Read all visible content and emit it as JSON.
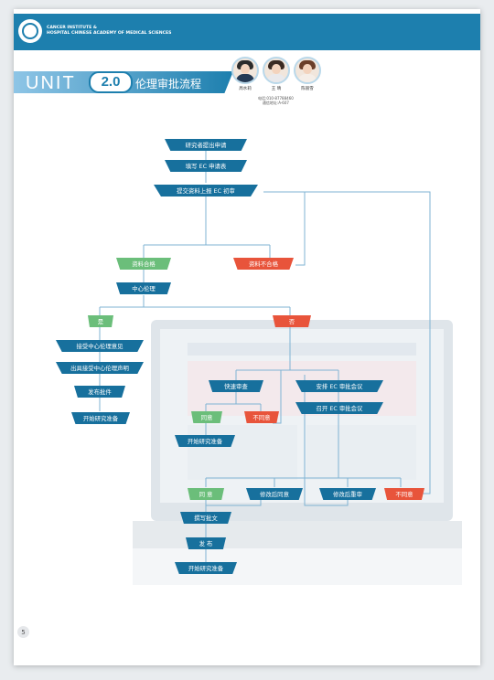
{
  "header": {
    "institute_line1": "CANCER INSTITUTE &",
    "institute_line2": "HOSPITAL CHINESE ACADEMY OF MEDICAL SCIENCES"
  },
  "unit": {
    "label": "UNIT",
    "version": "2.0",
    "title": "伦理审批流程"
  },
  "contacts": {
    "people": [
      "周水莉",
      "王 晴",
      "陈丽雪"
    ],
    "phone": "电话:010-87788460",
    "address": "通信地址:A-607"
  },
  "flow": {
    "start": [
      "研究者提出申请",
      "填写 EC 申请表",
      "提交资料上报 EC 初审"
    ],
    "qualified": "资料合格",
    "unqualified": "资料不合格",
    "central": "中心伦理",
    "yes": "是",
    "no": "否",
    "yes_steps": [
      "接受中心伦理意见",
      "出具接受中心伦理声明",
      "发布批件",
      "开始研究准备"
    ],
    "fast_review": "快速审查",
    "arrange_meeting": "安排 EC 审批会议",
    "hold_meeting": "召开 EC 审批会议",
    "fast_agree": "同意",
    "fast_disagree": "不同意",
    "fast_start": "开始研究准备",
    "decisions": [
      "同 意",
      "修改后同意",
      "修改后重审",
      "不同意"
    ],
    "final_steps": [
      "撰写批文",
      "发 布",
      "开始研究准备"
    ]
  },
  "page_number": "5",
  "colors": {
    "primary": "#17709d",
    "approve": "#6bbe7a",
    "reject": "#e8543b"
  }
}
